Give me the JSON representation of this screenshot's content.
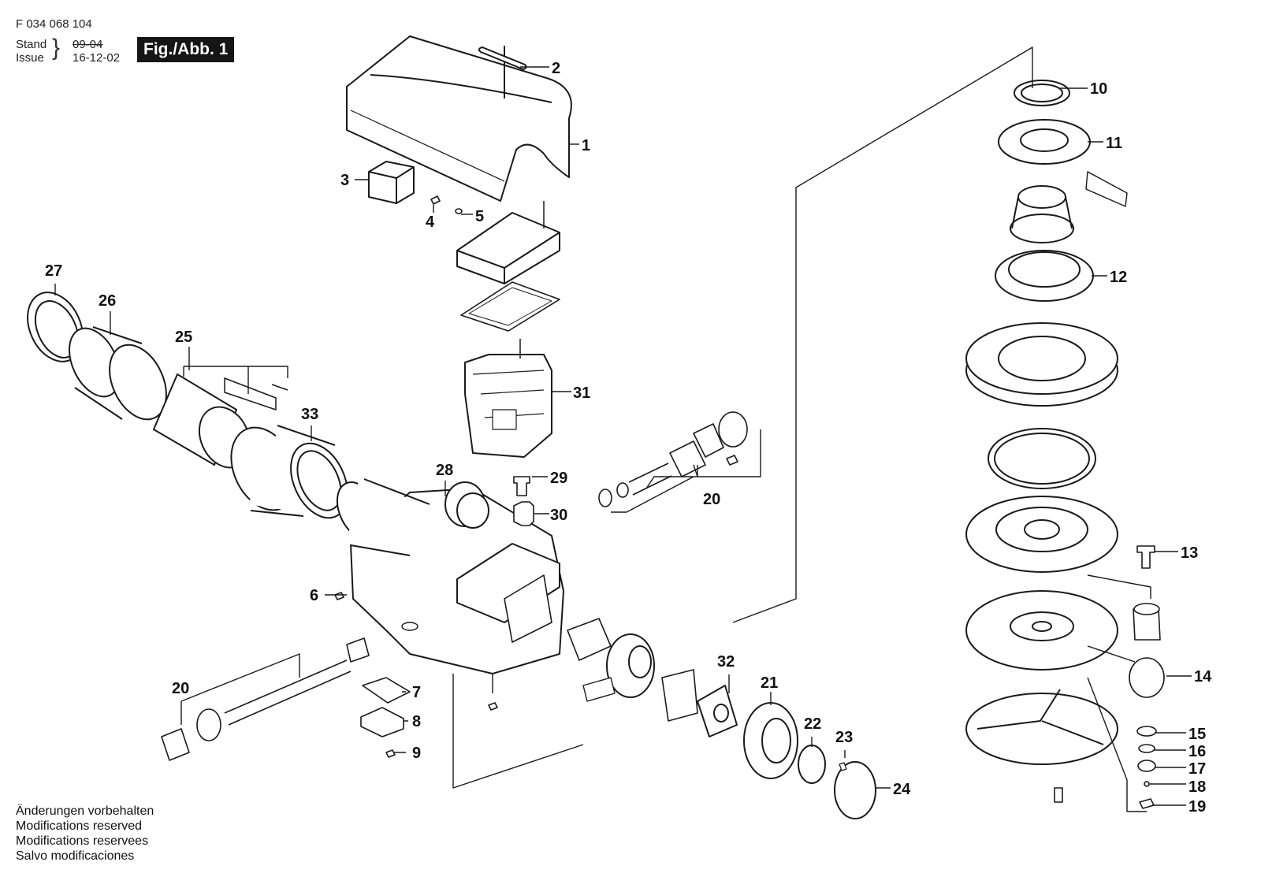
{
  "header": {
    "part_number": "F 034 068 104",
    "stand_label": "Stand",
    "stand_value": "09-04",
    "issue_label": "Issue",
    "issue_value": "16-12-02",
    "figure_label": "Fig./Abb. 1"
  },
  "footer": {
    "lines": [
      "Änderungen vorbehalten",
      "Modifications reserved",
      "Modifications reservees",
      "Salvo modificaciones"
    ]
  },
  "callouts": [
    {
      "id": "c1",
      "label": "1"
    },
    {
      "id": "c2",
      "label": "2"
    },
    {
      "id": "c3",
      "label": "3"
    },
    {
      "id": "c4",
      "label": "4"
    },
    {
      "id": "c5",
      "label": "5"
    },
    {
      "id": "c6",
      "label": "6"
    },
    {
      "id": "c7",
      "label": "7"
    },
    {
      "id": "c8",
      "label": "8"
    },
    {
      "id": "c9",
      "label": "9"
    },
    {
      "id": "c10",
      "label": "10"
    },
    {
      "id": "c11",
      "label": "11"
    },
    {
      "id": "c12",
      "label": "12"
    },
    {
      "id": "c13",
      "label": "13"
    },
    {
      "id": "c14",
      "label": "14"
    },
    {
      "id": "c15",
      "label": "15"
    },
    {
      "id": "c16",
      "label": "16"
    },
    {
      "id": "c17",
      "label": "17"
    },
    {
      "id": "c18",
      "label": "18"
    },
    {
      "id": "c19",
      "label": "19"
    },
    {
      "id": "c20a",
      "label": "20"
    },
    {
      "id": "c20b",
      "label": "20"
    },
    {
      "id": "c21",
      "label": "21"
    },
    {
      "id": "c22",
      "label": "22"
    },
    {
      "id": "c23",
      "label": "23"
    },
    {
      "id": "c24",
      "label": "24"
    },
    {
      "id": "c25",
      "label": "25"
    },
    {
      "id": "c26",
      "label": "26"
    },
    {
      "id": "c27",
      "label": "27"
    },
    {
      "id": "c28",
      "label": "28"
    },
    {
      "id": "c29",
      "label": "29"
    },
    {
      "id": "c30",
      "label": "30"
    },
    {
      "id": "c31",
      "label": "31"
    },
    {
      "id": "c32",
      "label": "32"
    },
    {
      "id": "c33",
      "label": "33"
    }
  ]
}
